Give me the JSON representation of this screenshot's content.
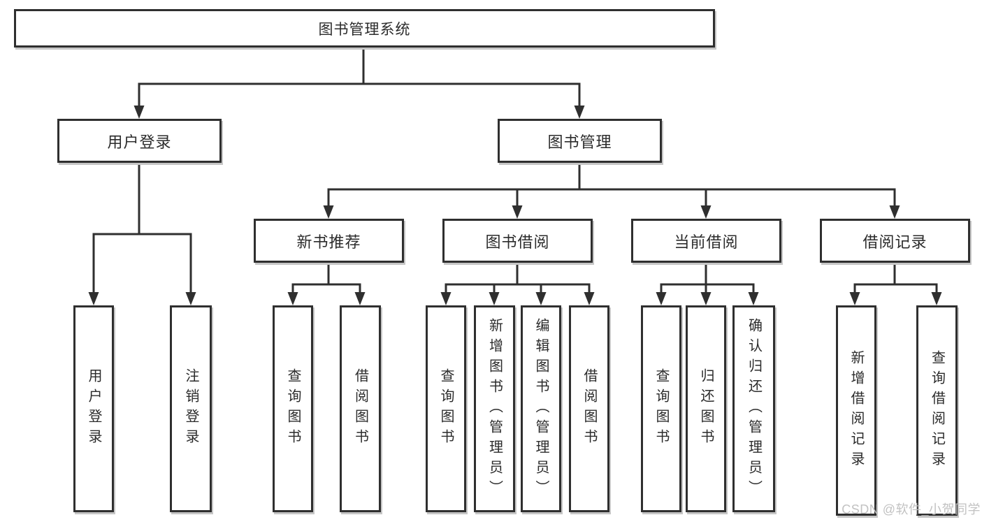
{
  "diagram": {
    "root": {
      "label": "图书管理系统"
    },
    "level2": [
      {
        "id": "user-login",
        "label": "用户登录"
      },
      {
        "id": "book-management",
        "label": "图书管理"
      }
    ],
    "level3": [
      {
        "id": "new-book-recommend",
        "label": "新书推荐"
      },
      {
        "id": "book-borrow",
        "label": "图书借阅"
      },
      {
        "id": "current-borrow",
        "label": "当前借阅"
      },
      {
        "id": "borrow-record",
        "label": "借阅记录"
      }
    ],
    "leaves": [
      {
        "id": "user-login",
        "label": "用户登录"
      },
      {
        "id": "logout",
        "label": "注销登录"
      },
      {
        "id": "query-book-recommend",
        "label": "查询图书"
      },
      {
        "id": "borrow-book-recommend",
        "label": "借阅图书"
      },
      {
        "id": "query-book-borrow",
        "label": "查询图书"
      },
      {
        "id": "add-book-admin",
        "label": "新增图书（管理员）"
      },
      {
        "id": "edit-book-admin",
        "label": "编辑图书（管理员）"
      },
      {
        "id": "borrow-book",
        "label": "借阅图书"
      },
      {
        "id": "query-book-current",
        "label": "查询图书"
      },
      {
        "id": "return-book",
        "label": "归还图书"
      },
      {
        "id": "confirm-return-admin",
        "label": "确认归还（管理员）"
      },
      {
        "id": "add-borrow-record",
        "label": "新增借阅记录"
      },
      {
        "id": "query-borrow-record",
        "label": "查询借阅记录"
      }
    ]
  },
  "watermark": {
    "text": "CSDN @软件_小贺同学"
  },
  "colors": {
    "line": "#2f2f2f",
    "text": "#2b2b2b",
    "box_background": "#ffffff",
    "page_background": "#ffffff",
    "watermark": "#c2c2c2"
  }
}
